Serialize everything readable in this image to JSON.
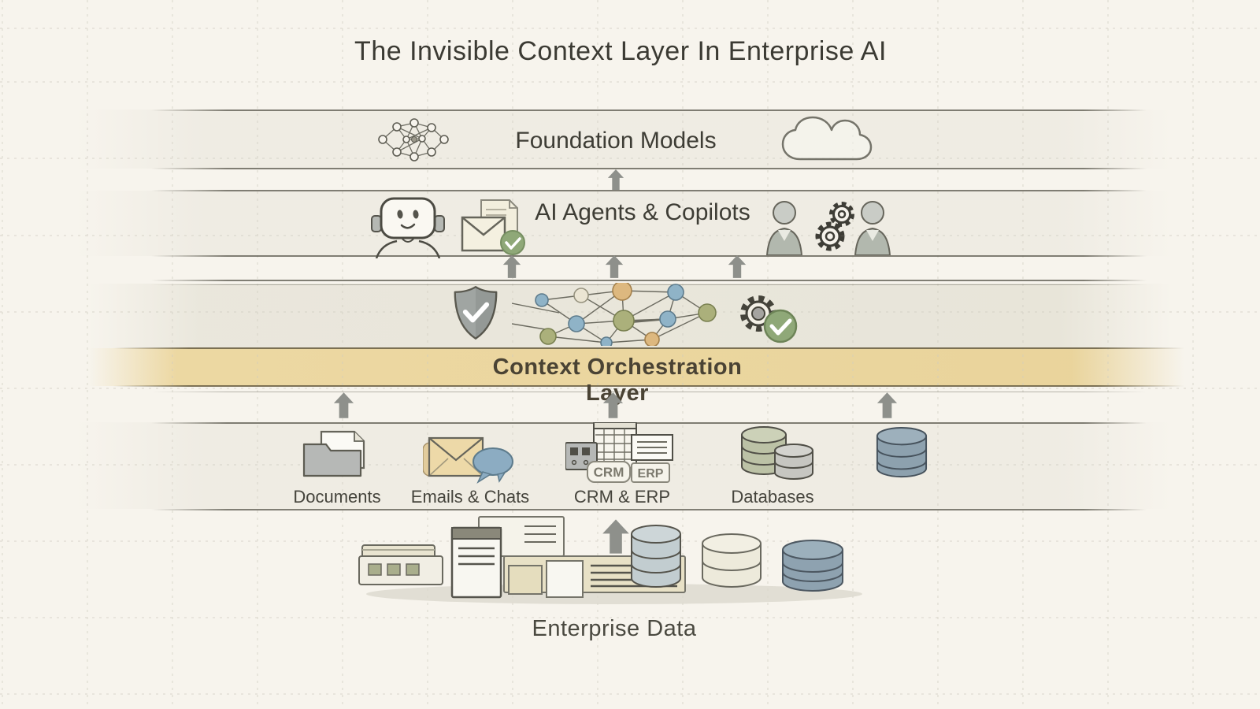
{
  "title": "The Invisible Context Layer In Enterprise AI",
  "layers": {
    "foundation_models": {
      "label": "Foundation Models",
      "icons": [
        "neural-network-icon",
        "cloud-icon"
      ]
    },
    "ai_agents": {
      "label": "AI Agents & Copilots",
      "icons": [
        "robot-icon",
        "email-check-icon",
        "team-gears-icon"
      ]
    },
    "context_orchestration": {
      "label": "Context Orchestration Layer",
      "icons": [
        "shield-check-icon",
        "context-network-icon",
        "gear-check-icon"
      ],
      "band_color": "#ecd7a0"
    },
    "data_sources": {
      "items": [
        {
          "label": "Documents",
          "icon": "folder-documents-icon"
        },
        {
          "label": "Emails & Chats",
          "icon": "envelope-chat-icon"
        },
        {
          "label": "CRM & ERP",
          "icon": "crm-erp-icon",
          "tags": [
            "CRM",
            "ERP"
          ]
        },
        {
          "label": "Databases",
          "icon": "databases-icon"
        },
        {
          "label": "",
          "icon": "database-icon"
        }
      ]
    },
    "enterprise_data": {
      "label": "Enterprise Data",
      "icon": "enterprise-data-illustration"
    }
  },
  "colors": {
    "background": "#f7f4ed",
    "grid_line": "#d9d5ca",
    "divider_line": "#5f5d52",
    "context_band": "#ecd7a0",
    "arrow": "#8e908b",
    "text": "#3e3d35",
    "check_green": "#8fa878",
    "node_blue": "#8fb3c7",
    "node_tan": "#ddb87f",
    "node_olive": "#abb07b",
    "database_green": "#bcc2a6",
    "database_gray": "#c6c6c1",
    "database_blue": "#8da1ae"
  }
}
